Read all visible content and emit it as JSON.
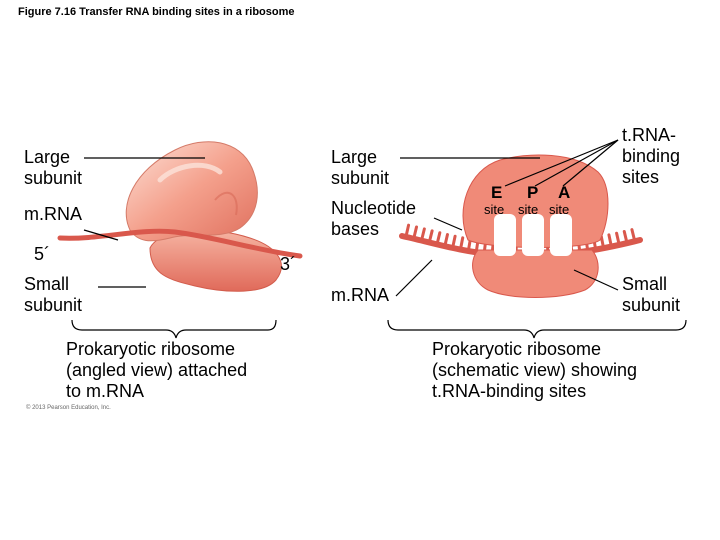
{
  "figure": {
    "title": "Figure 7.16 Transfer RNA binding sites in a ribosome",
    "copyright": "© 2013 Pearson Education, Inc."
  },
  "left_panel": {
    "large_subunit": "Large\nsubunit",
    "mrna": "m.RNA",
    "five_prime": "5´",
    "three_prime": "3´",
    "small_subunit": "Small\nsubunit",
    "caption": "Prokaryotic ribosome\n(angled view) attached\nto m.RNA"
  },
  "right_panel": {
    "large_subunit": "Large\nsubunit",
    "nucleotide_bases": "Nucleotide\nbases",
    "mrna": "m.RNA",
    "trna_binding_sites": "t.RNA-\nbinding\nsites",
    "small_subunit": "Small\nsubunit",
    "sites": [
      {
        "letter": "E",
        "word": "site"
      },
      {
        "letter": "P",
        "word": "site"
      },
      {
        "letter": "A",
        "word": "site"
      }
    ],
    "caption": "Prokaryotic ribosome\n(schematic view) showing\nt.RNA-binding sites"
  },
  "colors": {
    "ribosome": "#f08a78",
    "ribosome_shade": "#e06a5a",
    "ribosome_light": "#fbd0c4",
    "mrna": "#d9584c",
    "site_box": "#ffffff",
    "line": "#000000"
  }
}
